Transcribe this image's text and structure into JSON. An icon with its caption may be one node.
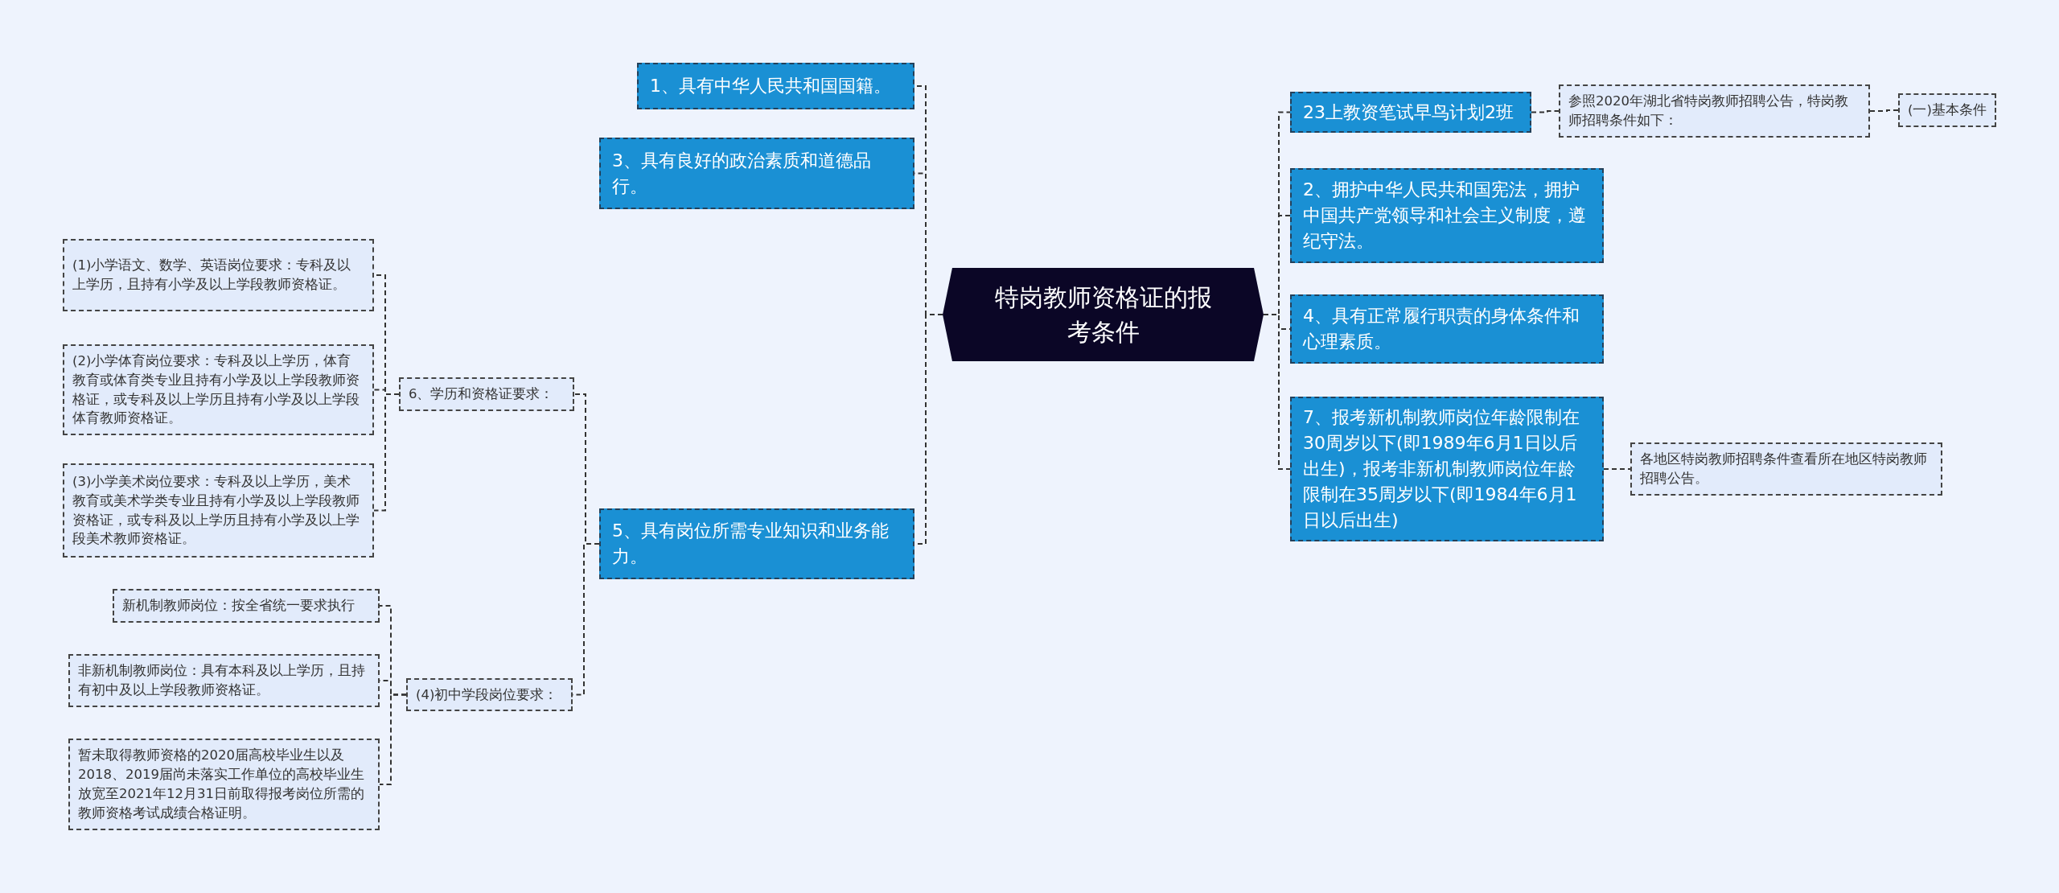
{
  "diagram": {
    "nodes": [
      {
        "text": [
          "特岗教师资格证的报考条件"
        ]
      },
      {
        "text": [
          "1、具有中华人民共和国国籍。"
        ]
      },
      {
        "text": [
          "3、具有良好的政治素质和道德品行。"
        ]
      },
      {
        "text": [
          "5、具有岗位所需专业知识和业务能力。"
        ]
      },
      {
        "text": [
          "6、学历和资格证要求："
        ]
      },
      {
        "text": [
          "(1)小学语文、数学、英语岗位要求：专科及以上学历，且持有小学及以上学段教师资格证。"
        ]
      },
      {
        "text": [
          "(2)小学体育岗位要求：专科及以上学历，体育教育或体育类专业且持有小学及以上学段教师资格证，或专科及以上学历且持有小学及以上学段体育教师资格证。"
        ]
      },
      {
        "text": [
          "(3)小学美术岗位要求：专科及以上学历，美术教育或美术学类专业且持有小学及以上学段教师资格证，或专科及以上学历且持有小学及以上学段美术教师资格证。"
        ]
      },
      {
        "text": [
          "(4)初中学段岗位要求："
        ]
      },
      {
        "text": [
          "新机制教师岗位：按全省统一要求执行"
        ]
      },
      {
        "text": [
          "非新机制教师岗位：具有本科及以上学历，且持有初中及以上学段教师资格证。"
        ]
      },
      {
        "text": [
          "暂未取得教师资格的2020届高校毕业生以及2018、2019届尚未落实工作单位的高校毕业生放宽至2021年12月31日前取得报考岗位所需的教师资格考试成绩合格证明。"
        ]
      },
      {
        "text": [
          "23上教资笔试早鸟计划2班"
        ]
      },
      {
        "text": [
          "参照2020年湖北省特岗教师招聘公告，特岗教师招聘条件如下："
        ]
      },
      {
        "text": [
          "(一)基本条件"
        ]
      },
      {
        "text": [
          "2、拥护中华人民共和国宪法，拥护中国共产党领导和社会主义制度，遵纪守法。"
        ]
      },
      {
        "text": [
          "4、具有正常履行职责的身体条件和心理素质。"
        ]
      },
      {
        "text": [
          "7、报考新机制教师岗位年龄限制在30周岁以下(即1989年6月1日以后出生)，报考非新机制教师岗位年龄限制在35周岁以下(即1984年6月1日以后出生)"
        ]
      },
      {
        "text": [
          "各地区特岗教师招聘条件查看所在地区特岗教师招聘公告。"
        ]
      }
    ],
    "edges": [
      {
        "from": 0,
        "to": 1,
        "arrow": "none"
      },
      {
        "from": 0,
        "to": 2,
        "arrow": "none"
      },
      {
        "from": 0,
        "to": 3,
        "arrow": "none"
      },
      {
        "from": 3,
        "to": 4,
        "arrow": "none"
      },
      {
        "from": 4,
        "to": 5,
        "arrow": "none"
      },
      {
        "from": 4,
        "to": 6,
        "arrow": "none"
      },
      {
        "from": 4,
        "to": 7,
        "arrow": "none"
      },
      {
        "from": 3,
        "to": 8,
        "arrow": "none"
      },
      {
        "from": 8,
        "to": 9,
        "arrow": "none"
      },
      {
        "from": 8,
        "to": 10,
        "arrow": "none"
      },
      {
        "from": 8,
        "to": 11,
        "arrow": "none"
      },
      {
        "from": 0,
        "to": 12,
        "arrow": "none"
      },
      {
        "from": 12,
        "to": 13,
        "arrow": "none"
      },
      {
        "from": 13,
        "to": 14,
        "arrow": "none"
      },
      {
        "from": 0,
        "to": 15,
        "arrow": "none"
      },
      {
        "from": 0,
        "to": 16,
        "arrow": "none"
      },
      {
        "from": 0,
        "to": 17,
        "arrow": "none"
      },
      {
        "from": 17,
        "to": 18,
        "arrow": "none"
      }
    ]
  }
}
